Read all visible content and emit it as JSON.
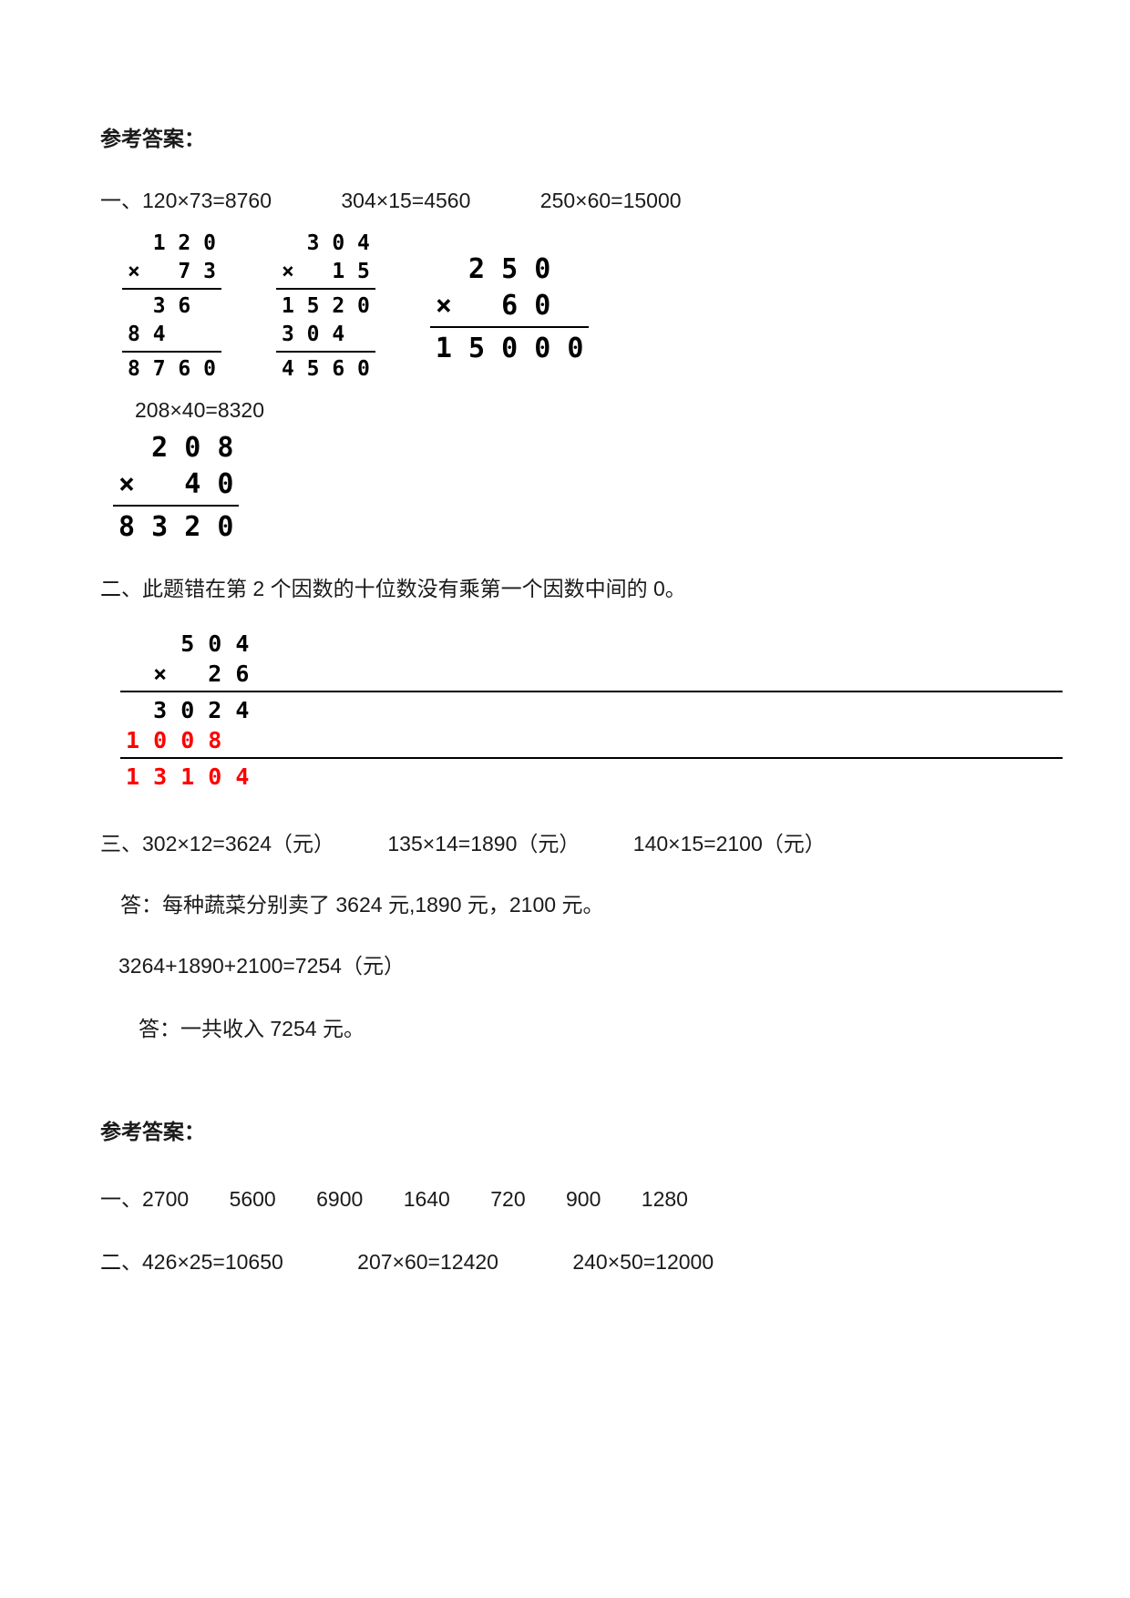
{
  "doc": {
    "heading1": "参考答案：",
    "heading2": "参考答案：",
    "colors": {
      "highlight_red": "#fe0000",
      "text": "#1a1a1a"
    },
    "sec1": {
      "label": "一、",
      "equations": [
        "120×73=8760",
        "304×15=4560",
        "250×60=15000"
      ],
      "extra_equation": "208×40=8320"
    },
    "calc1": {
      "rows": [
        "  1 2 0",
        "×   7 3",
        "  3 6",
        "8 4",
        "8 7 6 0"
      ]
    },
    "calc2": {
      "rows": [
        "  3 0 4",
        "×   1 5",
        "1 5 2 0",
        "3 0 4",
        "4 5 6 0"
      ]
    },
    "calc3": {
      "rows": [
        "  2 5 0",
        "×   6 0",
        "1 5 0 0 0"
      ]
    },
    "calc4": {
      "rows": [
        "  2 0 8",
        "×   4 0",
        "8 3 2 0"
      ]
    },
    "sec2": {
      "label": "二、",
      "text": "此题错在第 2 个因数的十位数没有乘第一个因数中间的 0。"
    },
    "calc5": {
      "rows": [
        "    5 0 4",
        "  ×   2 6",
        "  3 0 2 4",
        "1 0 0 8",
        "1 3 1 0 4"
      ]
    },
    "sec3": {
      "label": "三、",
      "equations": [
        "302×12=3624（元）",
        "135×14=1890（元）",
        "140×15=2100（元）"
      ],
      "answer1": "答：每种蔬菜分别卖了 3624 元,1890 元，2100 元。",
      "sum_equation": "3264+1890+2100=7254（元）",
      "answer2": "答：一共收入 7254 元。"
    },
    "sec4": {
      "label": "一、",
      "values": [
        "2700",
        "5600",
        "6900",
        "1640",
        "720",
        "900",
        "1280"
      ]
    },
    "sec5": {
      "label": "二、",
      "equations": [
        "426×25=10650",
        "207×60=12420",
        "240×50=12000"
      ]
    }
  }
}
